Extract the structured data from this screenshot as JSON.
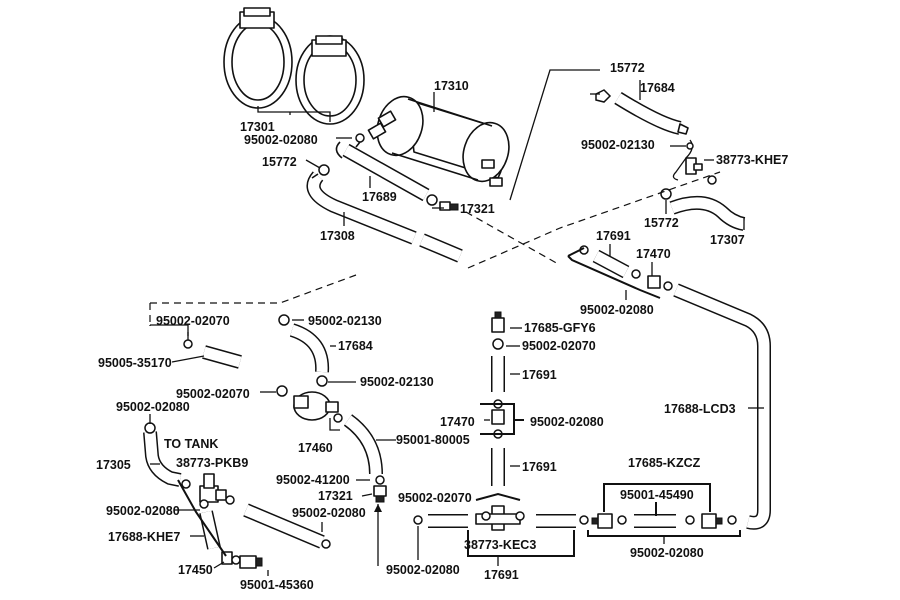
{
  "diagram": {
    "labels": {
      "p17301": "17301",
      "p17310": "17310",
      "p15772_a": "15772",
      "p17684_a": "17684",
      "p95002_02080_a": "95002-02080",
      "p15772_b": "15772",
      "p95002_02130_a": "95002-02130",
      "p38773_khe7": "38773-KHE7",
      "p17689": "17689",
      "p17321_a": "17321",
      "p15772_c": "15772",
      "p17308": "17308",
      "p17307": "17307",
      "p17691_a": "17691",
      "p17470_a": "17470",
      "p95002_02080_b": "95002-02080",
      "p95002_02070_a": "95002-02070",
      "p95002_02130_b": "95002-02130",
      "p17685_gfy6": "17685-GFY6",
      "p17684_b": "17684",
      "p95002_02070_b": "95002-02070",
      "p95005_35170": "95005-35170",
      "p95002_02070_c": "95002-02070",
      "p95002_02130_c": "95002-02130",
      "p17691_b": "17691",
      "p95002_02080_c": "95002-02080",
      "p17470_b": "17470",
      "p95002_02080_d": "95002-02080",
      "p17688_lcd3": "17688-LCD3",
      "to_tank": "TO TANK",
      "p17460": "17460",
      "p95001_80005": "95001-80005",
      "p17305": "17305",
      "p38773_pkb9": "38773-PKB9",
      "p17691_c": "17691",
      "p17685_kzcz": "17685-KZCZ",
      "p95002_41200": "95002-41200",
      "p17321_b": "17321",
      "p95002_02070_d": "95002-02070",
      "p95001_45490": "95001-45490",
      "p95002_02080_e": "95002-02080",
      "p95002_02080_f": "95002-02080",
      "p17688_khe7": "17688-KHE7",
      "p38773_kec3": "38773-KEC3",
      "p95002_02080_g": "95002-02080",
      "p17450": "17450",
      "p95001_45360": "95001-45360",
      "p95002_02080_h": "95002-02080",
      "p17691_d": "17691"
    }
  }
}
